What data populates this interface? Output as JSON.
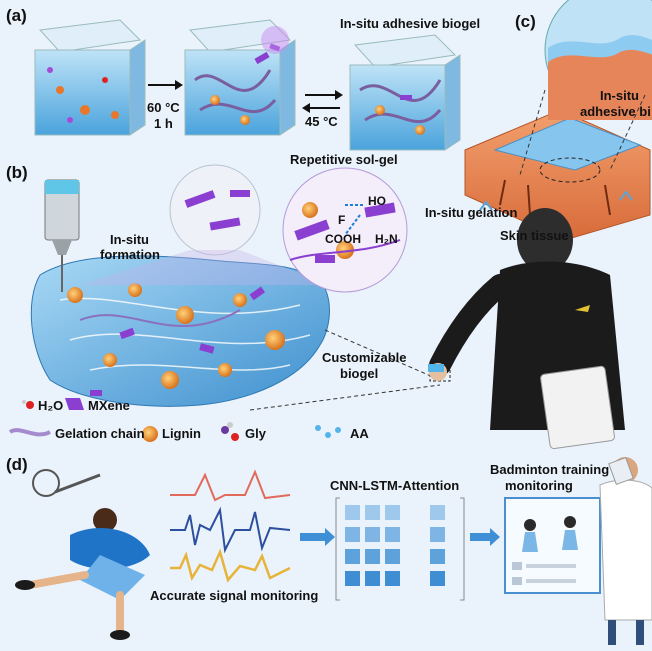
{
  "panels": {
    "a": "(a)",
    "b": "(b)",
    "c": "(c)",
    "d": "(d)"
  },
  "panel_a": {
    "step1_temp": "60 °C",
    "step1_time": "1 h",
    "step2_temp": "45 °C",
    "product": "In-situ adhesive biogel"
  },
  "panel_b": {
    "insitu_formation_line1": "In-situ",
    "insitu_formation_line2": "formation",
    "repetitive": "Repetitive sol-gel",
    "customizable_line1": "Customizable",
    "customizable_line2": "biogel",
    "chem": {
      "f": "F",
      "ho": "HO",
      "cooh": "COOH",
      "h2n": "H₂N"
    }
  },
  "panel_c": {
    "adhesive_line1": "In-situ",
    "adhesive_line2": "adhesive bi",
    "gelation": "In-situ gelation",
    "skin": "Skin tissue"
  },
  "legend": {
    "h2o": "H₂O",
    "mxene": "MXene",
    "chain": "Gelation chain",
    "lignin": "Lignin",
    "gly": "Gly",
    "aa": "AA"
  },
  "panel_d": {
    "signal": "Accurate signal monitoring",
    "model": "CNN-LSTM-Attention",
    "training_line1": "Badminton training",
    "training_line2": "monitoring"
  },
  "colors": {
    "accent_purple": "#8a3fd1",
    "gel_blue": "#8fc8ee",
    "skin": "#e98a5a"
  }
}
